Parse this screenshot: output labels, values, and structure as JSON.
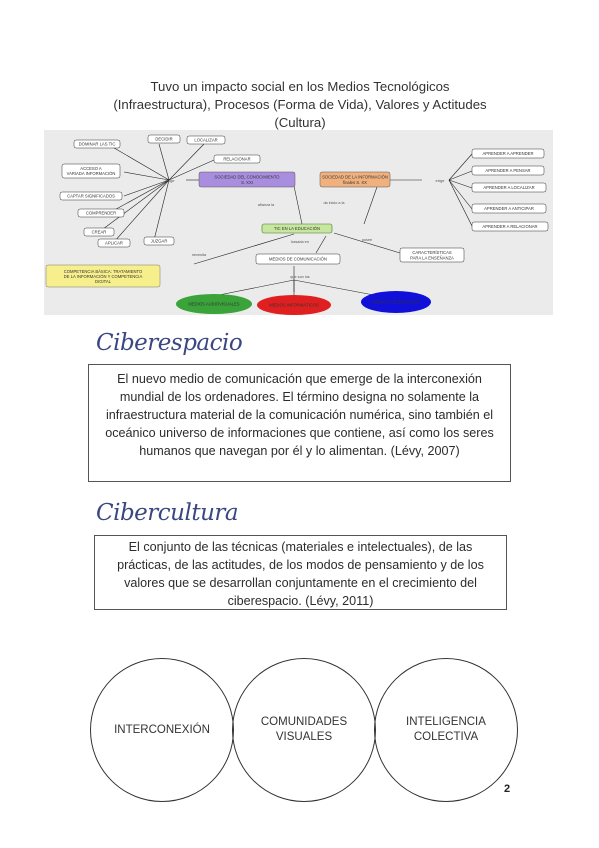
{
  "heading": {
    "line1": "Tuvo un impacto social en los Medios Tecnológicos",
    "line2": "(Infraestructura), Procesos (Forma de Vida), Valores y Actitudes",
    "line3": "(Cultura)"
  },
  "map": {
    "left_nodes": [
      "DOMINAR LAS TIC",
      "DECIDIR",
      "LOCALIZAR",
      "ACCESO A",
      "VARIADA INFORMACIÓN",
      "RELACIONAR",
      "CAPTAR SIGNIFICADOS",
      "COMPRENDER",
      "CREAR",
      "APLICAR",
      "JUZGAR"
    ],
    "left_exige": "exige",
    "soc_conocimiento_1": "SOCIEDAD DEL CONOCIMIENTO",
    "soc_conocimiento_2": "S. XXI",
    "soc_informacion_1": "SOCIEDAD DE LA INFORMACIÓN",
    "soc_informacion_2": "finales S. XX",
    "right_exige": "exige",
    "right_nodes": [
      "APRENDER A APRENDER",
      "APRENDER A PENSAR",
      "APRENDER A LOCALIZAR",
      "APRENDER A ANTICIPAR",
      "APRENDER A RELACIONAR"
    ],
    "afianza": "afianza la",
    "inicio": "da inicio a la",
    "tic": "TIC EN LA EDUCACIÓN",
    "basada": "basada en",
    "posee": "posee",
    "necesita": "necesita",
    "caracteristicas_1": "CARACTERÍSTICAS",
    "caracteristicas_2": "PARA LA ENSEÑANZA",
    "competencia_1": "COMPETENCIA BÁSICA: TRATAMIENTO",
    "competencia_2": "DE LA INFORMACIÓN Y COMPETENCIA",
    "competencia_3": "DIGITAL",
    "medios": "MEDIOS DE COMUNICACIÓN",
    "que_son": "que son los",
    "audiovisuales": "MEDIOS AUDIOVISUALES",
    "informaticos": "MEDIOS INFORMÁTICOS",
    "telematicos": "MEDIOS TELEMÁTICOS"
  },
  "ciberespacio": {
    "title": "Ciberespacio",
    "text": "El nuevo medio de comunicación que emerge de la interconexión mundial de los ordenadores. El término designa no solamente la infraestructura material de la comunicación numérica, sino también el oceánico universo de informaciones que contiene, así como los seres humanos que navegan por él y lo alimentan. (Lévy, 2007)"
  },
  "cibercultura": {
    "title": "Cibercultura",
    "text": "El conjunto de las técnicas (materiales e intelectuales), de las prácticas, de las actitudes, de los modos de pensamiento y de los valores que se desarrollan conjuntamente en el crecimiento del ciberespacio. (Lévy, 2011)"
  },
  "circles": [
    "INTERCONEXIÓN",
    "COMUNIDADES VISUALES",
    "INTELIGENCIA COLECTIVA"
  ],
  "page_number": "2",
  "colors": {
    "purple": "#a98ee0",
    "orange": "#f1b17f",
    "green_node": "#c8e6a0",
    "yellow": "#f7ef8c",
    "green": "#3aa33a",
    "red": "#e02020",
    "blue": "#1010d8",
    "script_heading": "#3b4781"
  }
}
